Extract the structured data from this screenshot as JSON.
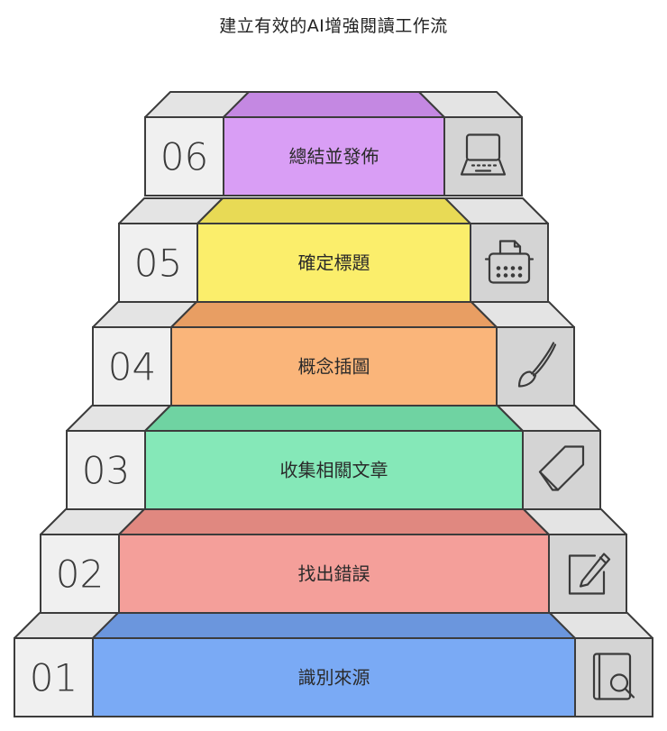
{
  "title": "建立有效的AI增強閱讀工作流",
  "colors": {
    "outline": "#3c3c3c",
    "side_face": "#d4d4d4",
    "top_face": "#e4e4e4",
    "front_face": "#f0f0f0"
  },
  "steps": [
    {
      "number": "01",
      "label": "識別來源",
      "color": "#7aaaf5",
      "top": "#6b96dd",
      "icon": "book-search-icon"
    },
    {
      "number": "02",
      "label": "找出錯誤",
      "color": "#f49f9a",
      "top": "#e08880",
      "icon": "pencil-note-icon"
    },
    {
      "number": "03",
      "label": "收集相關文章",
      "color": "#85e8b8",
      "top": "#6fd3a2",
      "icon": "bookmark-tag-icon"
    },
    {
      "number": "04",
      "label": "概念插圖",
      "color": "#fab57a",
      "top": "#e89e63",
      "icon": "paintbrush-icon"
    },
    {
      "number": "05",
      "label": "確定標題",
      "color": "#fbee6b",
      "top": "#e8da55",
      "icon": "typewriter-icon"
    },
    {
      "number": "06",
      "label": "總結並發佈",
      "color": "#d99ef5",
      "top": "#c488e2",
      "icon": "laptop-icon"
    }
  ]
}
